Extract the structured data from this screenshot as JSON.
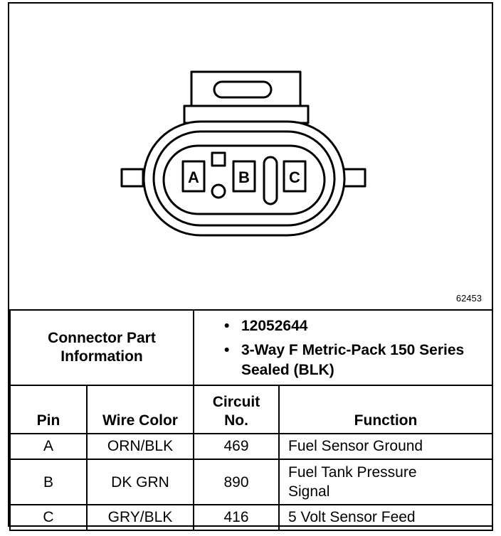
{
  "figure_id": "62453",
  "connector": {
    "pin_labels": [
      "A",
      "B",
      "C"
    ]
  },
  "connector_info": {
    "label_line1": "Connector Part",
    "label_line2": "Information",
    "items": [
      "12052644",
      "3-Way F Metric-Pack 150 Series Sealed (BLK)"
    ]
  },
  "pin_table": {
    "headers": {
      "pin": "Pin",
      "wire_color": "Wire Color",
      "circuit_line1": "Circuit",
      "circuit_line2": "No.",
      "function": "Function"
    },
    "rows": [
      {
        "pin": "A",
        "wire_color": "ORN/BLK",
        "circuit": "469",
        "function": "Fuel Sensor Ground"
      },
      {
        "pin": "B",
        "wire_color": "DK GRN",
        "circuit": "890",
        "function": "Fuel Tank Pressure Signal"
      },
      {
        "pin": "C",
        "wire_color": "GRY/BLK",
        "circuit": "416",
        "function": "5 Volt Sensor Feed"
      }
    ]
  }
}
